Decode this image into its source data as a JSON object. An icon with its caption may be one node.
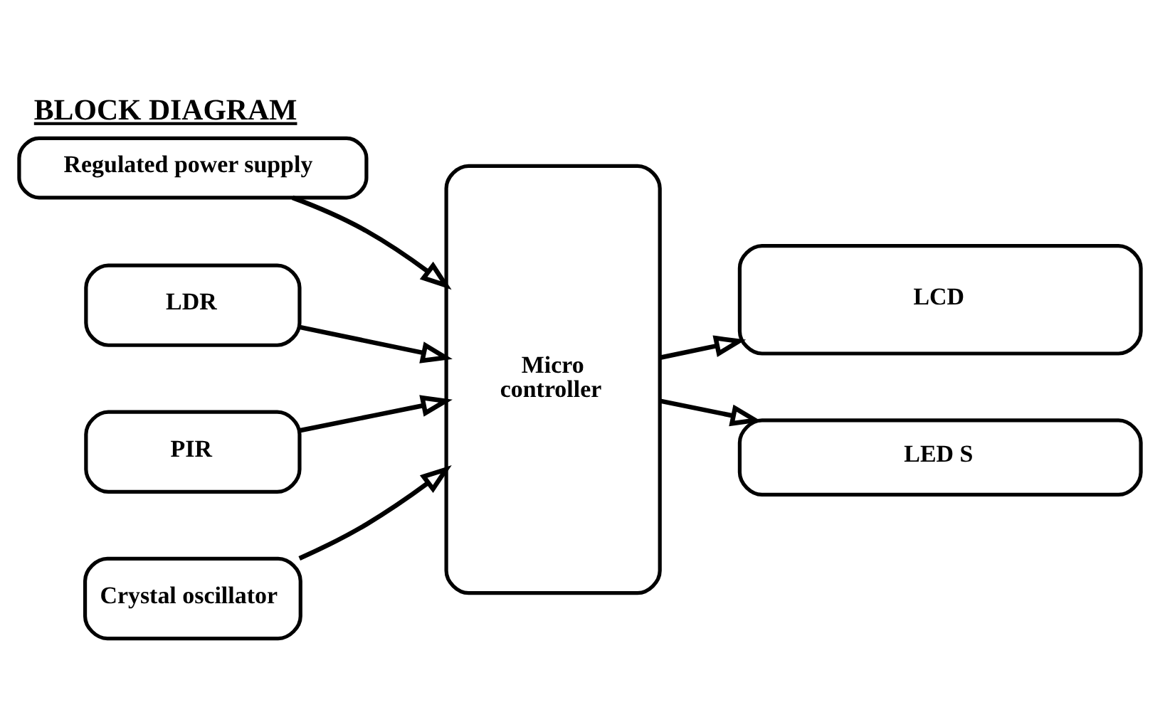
{
  "diagram": {
    "title": "BLOCK DIAGRAM",
    "nodes": [
      {
        "text": [
          "Regulated power supply"
        ]
      },
      {
        "text": [
          "Micro controller"
        ]
      },
      {
        "text": [
          "LCD"
        ]
      },
      {
        "text": [
          "LDR"
        ]
      },
      {
        "text": [
          "PIR"
        ]
      },
      {
        "text": [
          "Crystal oscillator"
        ]
      },
      {
        "text": [
          "LED S"
        ]
      }
    ],
    "edges": [
      {
        "from": 0,
        "to": 1,
        "arrow": "to"
      },
      {
        "from": 1,
        "to": 2,
        "arrow": "to"
      },
      {
        "from": 3,
        "to": 1,
        "arrow": "to"
      },
      {
        "from": 1,
        "to": 6,
        "arrow": "to"
      },
      {
        "from": 4,
        "to": 1,
        "arrow": "to"
      },
      {
        "from": 5,
        "to": 1,
        "arrow": "to"
      }
    ]
  }
}
